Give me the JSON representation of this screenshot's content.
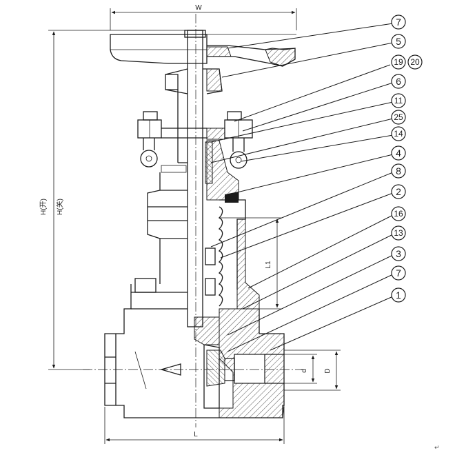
{
  "dimensions": {
    "width": "W",
    "height_open": "H(开)",
    "height_closed": "H(关)",
    "length": "L",
    "stem_travel": "L1",
    "bore_small": "d",
    "bore_large": "D"
  },
  "callouts": [
    {
      "label": "7"
    },
    {
      "label": "5"
    },
    {
      "label": "19",
      "label2": "20"
    },
    {
      "label": "6"
    },
    {
      "label": "11"
    },
    {
      "label": "25"
    },
    {
      "label": "14"
    },
    {
      "label": "4"
    },
    {
      "label": "8"
    },
    {
      "label": "2"
    },
    {
      "label": "16"
    },
    {
      "label": "13"
    },
    {
      "label": "3"
    },
    {
      "label": "7"
    },
    {
      "label": "1"
    }
  ],
  "corner_mark": "↵"
}
